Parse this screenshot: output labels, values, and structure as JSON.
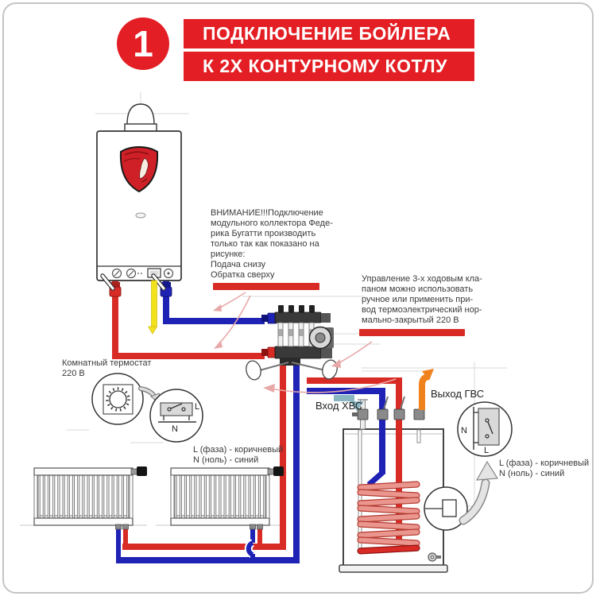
{
  "header": {
    "step_number": "1",
    "title_line1": "ПОДКЛЮЧЕНИЕ БОЙЛЕРА",
    "title_line2": "К 2Х КОНТУРНОМУ КОТЛУ"
  },
  "notes": {
    "attention": "ВНИМАНИЕ!!!Подключение\nмодульного коллектора Феде-\nрика Бугатти производить\nтолько так как показано на\nрисунке:\nПодача снизу\nОбратка сверху",
    "valve_control": "Управление 3-х ходовым кла-\nпаном можно использовать\nручное или применить при-\nвод термоэлектрический нор-\nмально-закрытый 220 В",
    "room_thermostat": "Комнатный термостат\n220 В",
    "wiring_legend_left": "L (фаза) - коричневый\nN (ноль) - синий",
    "wiring_legend_right": "L (фаза) - коричневый\nN (ноль) - синий",
    "cold_water_inlet": "Вход ХВС",
    "hot_water_outlet": "Выход ГВС"
  },
  "labels": {
    "left_switch_L": "L",
    "left_switch_N": "N",
    "right_switch_L": "L",
    "right_switch_N": "N"
  },
  "colors": {
    "accent_red": "#e31e24",
    "pipe_red": "#d92b26",
    "pipe_blue": "#1f23b5",
    "gas_yellow": "#f2e21e",
    "dhw_orange": "#f0821e",
    "cold_arrow_teal": "#8ab6c2",
    "coil_pink": "#ea968e"
  }
}
